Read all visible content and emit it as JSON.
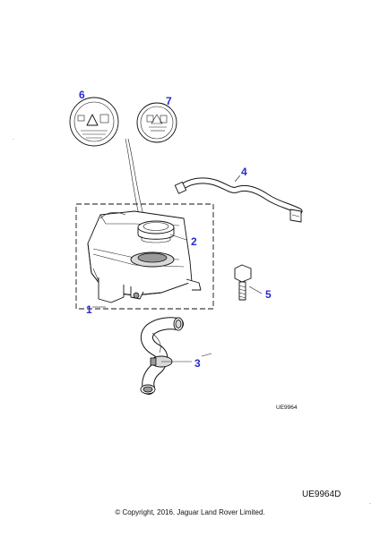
{
  "diagram": {
    "callouts": [
      "1",
      "2",
      "3",
      "4",
      "5",
      "6",
      "7"
    ],
    "drawing_code": "UE9964",
    "sheet_code": "UE9964D",
    "corner_marks": [
      "-",
      "-"
    ]
  },
  "footer": {
    "copyright": "© Copyright, 2016. Jaguar Land Rover Limited."
  },
  "colors": {
    "callout": "#2a2ad0",
    "line": "#111111"
  },
  "icons": [
    "warning-label-icon",
    "cap-label-icon"
  ]
}
